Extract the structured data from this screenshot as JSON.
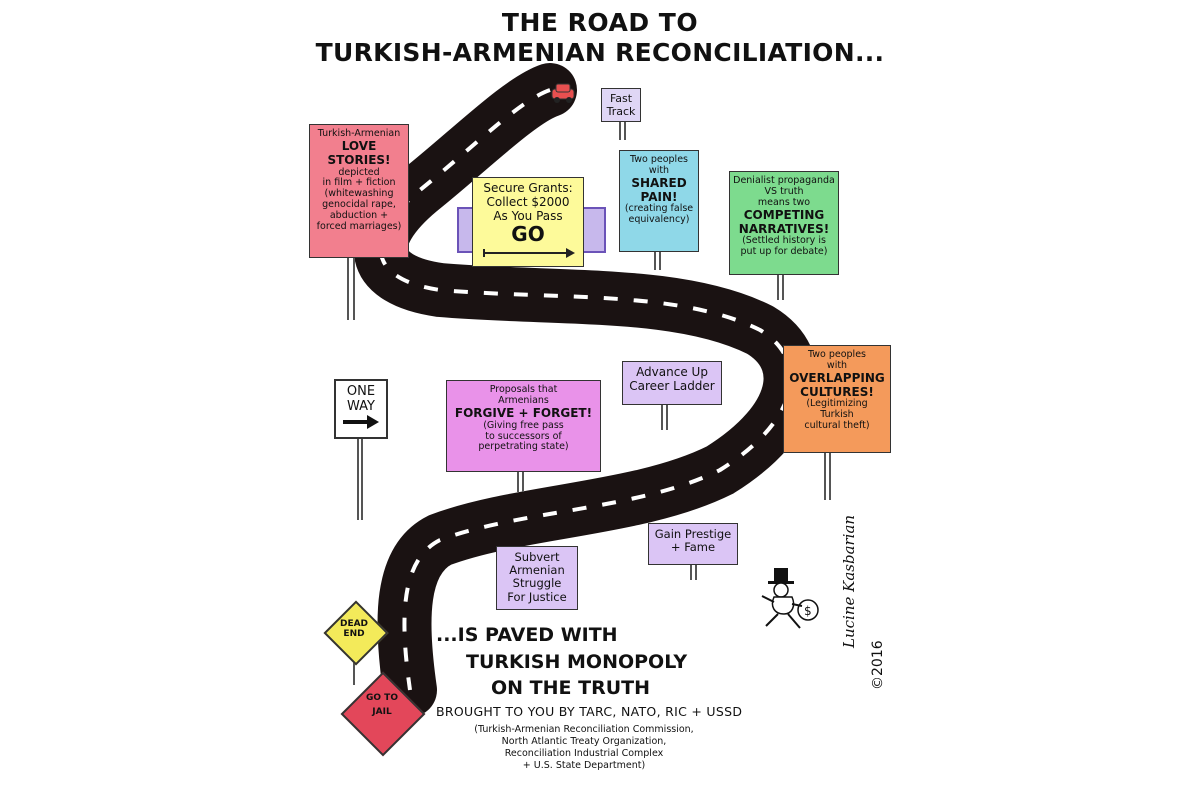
{
  "title": {
    "line1": "THE ROAD TO",
    "line2": "TURKISH-ARMENIAN RECONCILIATION..."
  },
  "signs": {
    "fast_track": [
      "Fast",
      "Track"
    ],
    "love": {
      "lines": [
        "Turkish-Armenian",
        "LOVE",
        "STORIES!",
        "depicted",
        "in film + fiction",
        "(whitewashing",
        "genocidal rape,",
        "abduction +",
        "forced marriages)"
      ]
    },
    "grants": {
      "lines": [
        "Secure Grants:",
        "Collect $2000",
        "As You Pass",
        "GO"
      ]
    },
    "shared": {
      "lines": [
        "Two peoples",
        "with",
        "SHARED",
        "PAIN!",
        "(creating false",
        "equivalency)"
      ]
    },
    "denial": {
      "lines": [
        "Denialist propaganda",
        "VS truth",
        "means two",
        "COMPETING",
        "NARRATIVES!",
        "(Settled history is",
        "put up for debate)"
      ]
    },
    "oneway": [
      "ONE",
      "WAY"
    ],
    "forgive": {
      "lines": [
        "Proposals that",
        "Armenians",
        "FORGIVE + FORGET!",
        "(Giving free pass",
        "to successors of",
        "perpetrating state)"
      ]
    },
    "career": [
      "Advance Up",
      "Career Ladder"
    ],
    "overlap": {
      "lines": [
        "Two peoples",
        "with",
        "OVERLAPPING",
        "CULTURES!",
        "(Legitimizing",
        "Turkish",
        "cultural theft)"
      ]
    },
    "prestige": [
      "Gain Prestige",
      "+ Fame"
    ],
    "subvert": [
      "Subvert",
      "Armenian",
      "Struggle",
      "For Justice"
    ],
    "deadend": [
      "DEAD",
      "END"
    ],
    "jail": [
      "GO TO",
      "JAIL"
    ]
  },
  "footer": {
    "paved1": "...IS PAVED WITH",
    "paved2": "TURKISH MONOPOLY",
    "paved3": "ON THE TRUTH",
    "brought": "BROUGHT TO YOU BY TARC, NATO, RIC + USSD",
    "credits": [
      "(Turkish-Armenian Reconciliation Commission,",
      "North Atlantic Treaty Organization,",
      "Reconciliation Industrial Complex",
      "+ U.S. State Department)"
    ]
  },
  "signature": {
    "name": "Lucine Kasbarian",
    "year": "©2016"
  },
  "colors": {
    "road": "#1a1212",
    "love": "#f27f8e",
    "grants": "#fdfa9a",
    "shared": "#8fd8e8",
    "denial": "#7ddb8e",
    "forgive": "#e992e9",
    "overlap": "#f49a5b",
    "lavender": "#dbc5f5",
    "deadend": "#f3ea5a",
    "jail": "#e3475a"
  }
}
